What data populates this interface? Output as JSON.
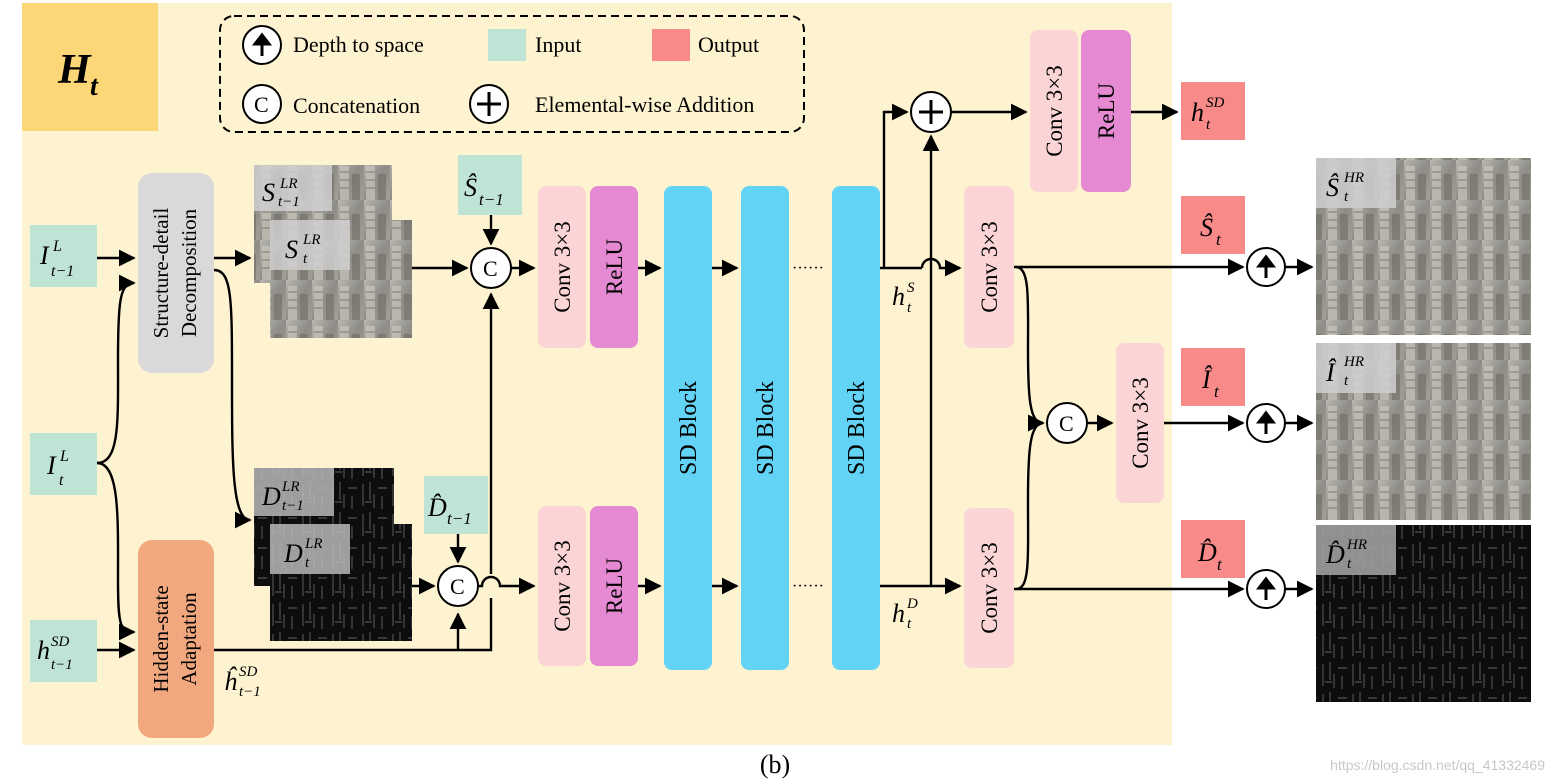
{
  "title": "H_t",
  "caption": "(b)",
  "watermark": "https://blog.csdn.net/qq_41332469",
  "legend": {
    "depth_to_space": "Depth to space",
    "concatenation": "Concatenation",
    "input": "Input",
    "output": "Output",
    "addition": "Elemental-wise Addition",
    "concat_symbol": "C"
  },
  "inputs": {
    "i_prev": "I_{t-1}^L",
    "i_t": "I_t^L",
    "h_prev": "h_{t-1}^{SD}",
    "s_prev_hat": "Ŝ_{t-1}",
    "d_prev_hat": "D̂_{t-1}"
  },
  "blocks": {
    "sdd": [
      "Structure-detail",
      "Decomposition"
    ],
    "hsa": [
      "Hidden-state",
      "Adaptation"
    ],
    "conv": "Conv 3×3",
    "relu": "ReLU",
    "sd_block": "SD Block"
  },
  "labels": {
    "s_lr_prev": "S_{t-1}^{LR}",
    "s_lr": "S_t^{LR}",
    "d_lr_prev": "D_{t-1}^{LR}",
    "d_lr": "D_t^{LR}",
    "h_hat_prev": "ĥ_{t-1}^{SD}",
    "h_s": "h_t^S",
    "h_d": "h_t^D",
    "dots": "······"
  },
  "outputs": {
    "h_sd": "h_t^{SD}",
    "s_hat": "Ŝ_t",
    "i_hat": "Î_t",
    "d_hat": "D̂_t",
    "s_hr": "Ŝ_t^{HR}",
    "i_hr": "Î_t^{HR}",
    "d_hr": "D̂_t^{HR}"
  },
  "colors": {
    "panel": "#fef3d0",
    "title_box": "#fcd777",
    "input": "#bfe4d6",
    "output": "#f88a8a",
    "conv": "#fbd5d5",
    "relu": "#e58ad2",
    "sd_block": "#63d3f5",
    "sdd": "#d9d9d9",
    "hsa": "#f1a87e",
    "photo": "#8e8c86",
    "photo_dark": "#0f0f0f"
  }
}
